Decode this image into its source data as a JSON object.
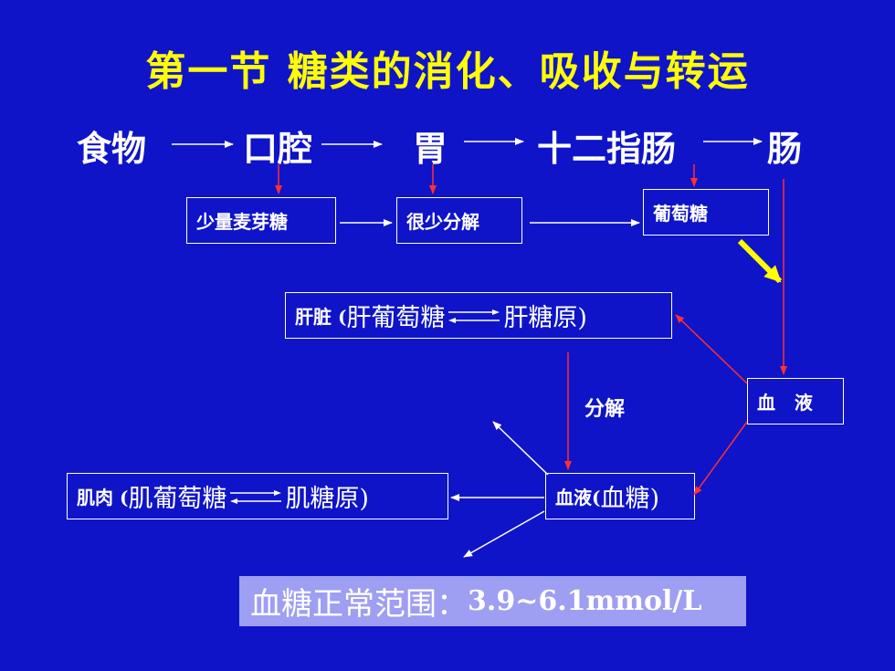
{
  "title": "第一节   糖类的消化、吸收与转运",
  "flow": {
    "food": "食物",
    "mouth": "口腔",
    "stomach": "胃",
    "duodenum": "十二指肠",
    "intestine": "肠"
  },
  "boxes": {
    "maltose": "少量麦芽糖",
    "little_breakdown": "很少分解",
    "glucose": "葡萄糖",
    "liver_prefix": "肝脏 (",
    "liver_glucose": "肝葡萄糖",
    "liver_glycogen": "肝糖原)",
    "blood": "血   液",
    "muscle_prefix": "肌肉 (",
    "muscle_glucose": "肌葡萄糖",
    "muscle_glycogen": "肌糖原)",
    "blood_sugar_prefix": "血液(",
    "blood_sugar": "血糖)"
  },
  "decompose_label": "分解",
  "range": {
    "label": "血糖正常范围：",
    "value": "3.9~6.1mmol/L"
  },
  "colors": {
    "background": "#0f14c8",
    "title": "#ffff00",
    "red_arrow": "#ff3030",
    "yellow_arrow": "#ffff00",
    "range_box": "#9e9ef2"
  }
}
